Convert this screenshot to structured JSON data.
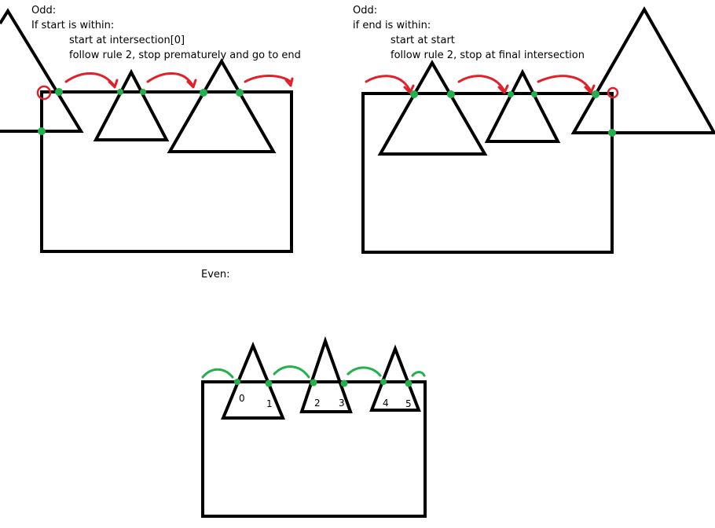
{
  "panels": {
    "odd_start": {
      "title": "Odd:",
      "condition": "If start is within:",
      "step1": "start at intersection[0]",
      "step2": "follow rule 2, stop prematurely and go to end"
    },
    "odd_end": {
      "title": "Odd:",
      "condition": "if end is within:",
      "step1": "start at start",
      "step2": "follow rule 2, stop at final intersection"
    },
    "even": {
      "title": "Even:",
      "indices": [
        "0",
        "1",
        "2",
        "3",
        "4",
        "5"
      ]
    }
  },
  "colors": {
    "outline": "#000000",
    "intersection": "#22b14c",
    "path_arrow": "#e0202a",
    "even_arc": "#22b14c"
  }
}
